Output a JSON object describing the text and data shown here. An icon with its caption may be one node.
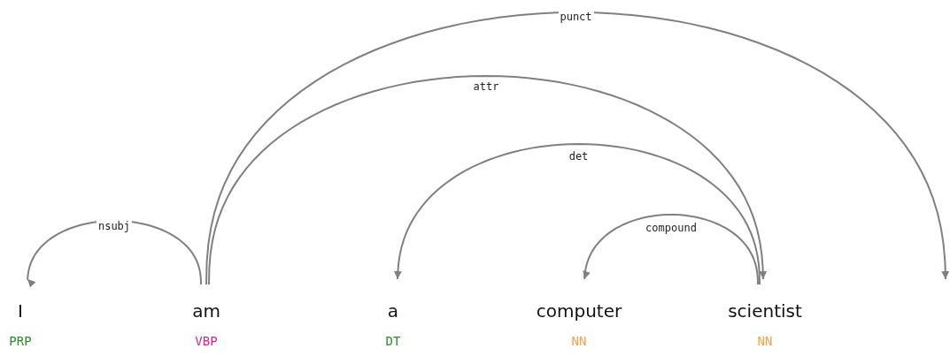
{
  "diagram": {
    "nodes": [
      {
        "text": [
          "I",
          "PRP"
        ]
      },
      {
        "text": [
          "am",
          "VBP"
        ]
      },
      {
        "text": [
          "a",
          "DT"
        ]
      },
      {
        "text": [
          "computer",
          "NN"
        ]
      },
      {
        "text": [
          "scientist",
          "NN"
        ]
      }
    ],
    "edges": [
      {
        "from": 1,
        "to": 0,
        "arrow": "to",
        "label": "nsubj"
      },
      {
        "from": 1,
        "to": null,
        "arrow": "to",
        "label": "punct"
      },
      {
        "from": 1,
        "to": 4,
        "arrow": "to",
        "label": "attr"
      },
      {
        "from": 4,
        "to": 2,
        "arrow": "to",
        "label": "det"
      },
      {
        "from": 4,
        "to": 3,
        "arrow": "to",
        "label": "compound"
      }
    ]
  }
}
